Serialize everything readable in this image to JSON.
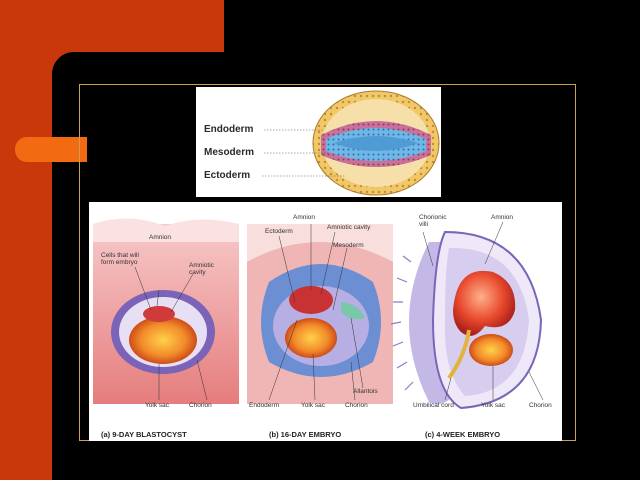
{
  "top_diagram": {
    "labels": [
      "Endoderm",
      "Mesoderm",
      "Ectoderm"
    ]
  },
  "panel_a": {
    "labels": {
      "amnion": "Amnion",
      "cells": "Cells that will\nform embryo",
      "amniotic_cavity": "Amniotic\ncavity",
      "yolk_sac": "Yolk sac",
      "chorion": "Chorion"
    },
    "caption": "(a) 9-DAY BLASTOCYST"
  },
  "panel_b": {
    "labels": {
      "amnion": "Amnion",
      "ectoderm": "Ectoderm",
      "amniotic_cavity": "Amniotic cavity",
      "mesoderm": "Mesoderm",
      "allantois": "Allantois",
      "endoderm": "Endoderm",
      "yolk_sac": "Yolk sac",
      "chorion": "Chorion"
    },
    "caption": "(b) 16-DAY EMBRYO"
  },
  "panel_c": {
    "labels": {
      "chorionic_villi": "Chorionic\nvilli",
      "amnion": "Amnion",
      "umbilical_cord": "Umbilical cord",
      "yolk_sac": "Yolk sac",
      "chorion": "Chorion"
    },
    "caption": "(c) 4-WEEK EMBRYO"
  }
}
